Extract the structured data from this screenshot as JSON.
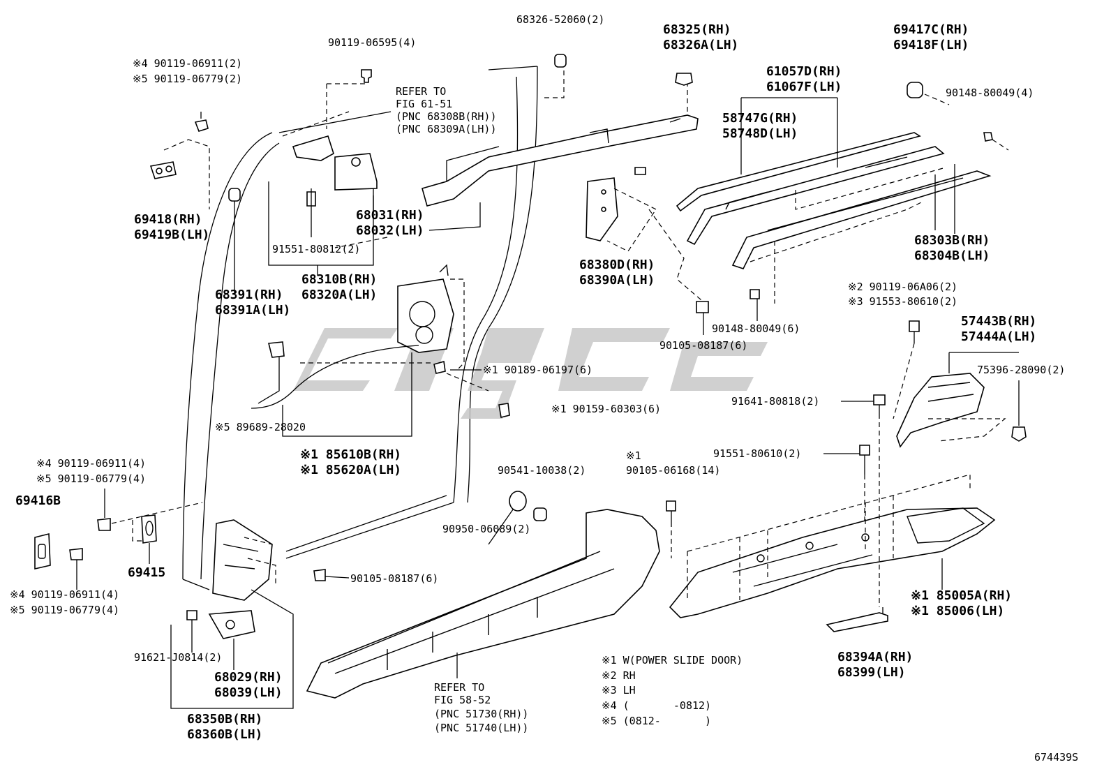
{
  "labels": {
    "l_68326_52060": "68326-52060(2)",
    "l_68325": "68325(RH)",
    "l_68326A": "68326A(LH)",
    "l_69417C": "69417C(RH)",
    "l_69418F": "69418F(LH)",
    "l_90119_06595": "90119-06595(4)",
    "l_4_90119_06911_top": "※4 90119-06911(2)",
    "l_5_90119_06779_top": "※5 90119-06779(2)",
    "l_refer_to_1": "REFER TO",
    "l_fig_61_51": "FIG 61-51",
    "l_pnc_68308b": "(PNC 68308B(RH))",
    "l_pnc_68309a": "(PNC 68309A(LH))",
    "l_61057d": "61057D(RH)",
    "l_61067f": "61067F(LH)",
    "l_90148_80049_4": "90148-80049(4)",
    "l_58747g": "58747G(RH)",
    "l_58748d": "58748D(LH)",
    "l_69418": "69418(RH)",
    "l_69419b": "69419B(LH)",
    "l_68031": "68031(RH)",
    "l_68032": "68032(LH)",
    "l_91551_80812": "91551-80812(2)",
    "l_68380d": "68380D(RH)",
    "l_68390a": "68390A(LH)",
    "l_68303b": "68303B(RH)",
    "l_68304b": "68304B(LH)",
    "l_68310b": "68310B(RH)",
    "l_68320a": "68320A(LH)",
    "l_68391": "68391(RH)",
    "l_68391a": "68391A(LH)",
    "l_2_90119_06a06": "※2 90119-06A06(2)",
    "l_3_91553_80610": "※3 91553-80610(2)",
    "l_90148_80049_6": "90148-80049(6)",
    "l_90105_08187_top": "90105-08187(6)",
    "l_57443b": "57443B(RH)",
    "l_57444a": "57444A(LH)",
    "l_1_90189_06197": "※1 90189-06197(6)",
    "l_75396_28090": "75396-28090(2)",
    "l_1_90159_60303": "※1 90159-60303(6)",
    "l_91641_80818": "91641-80818(2)",
    "l_5_89689_28020": "※5 89689-28020",
    "l_1_85610b": "※1 85610B(RH)",
    "l_1_85620a": "※1 85620A(LH)",
    "l_91551_80610": "91551-80610(2)",
    "l_4_90119_06911_mid": "※4 90119-06911(4)",
    "l_5_90119_06779_mid": "※5 90119-06779(4)",
    "l_90541_10038": "90541-10038(2)",
    "l_1_alone": "※1",
    "l_90105_06168": "90105-06168(14)",
    "l_69416b": "69416B",
    "l_90950_06089": "90950-06089(2)",
    "l_69415": "69415",
    "l_90105_08187_bot": "90105-08187(6)",
    "l_4_90119_06911_bot": "※4 90119-06911(4)",
    "l_5_90119_06779_bot": "※5 90119-06779(4)",
    "l_1_85005a": "※1 85005A(RH)",
    "l_1_85006": "※1 85006(LH)",
    "l_91621_j0814": "91621-J0814(2)",
    "l_68029": "68029(RH)",
    "l_68039": "68039(LH)",
    "l_68394a": "68394A(RH)",
    "l_68399": "68399(LH)",
    "l_68350b": "68350B(RH)",
    "l_68360b": "68360B(LH)",
    "l_refer_to_2": "REFER TO",
    "l_fig_58_52": "FIG 58-52",
    "l_pnc_51730": "(PNC 51730(RH))",
    "l_pnc_51740": "(PNC 51740(LH))"
  },
  "notes": {
    "n1": "※1 W(POWER SLIDE DOOR)",
    "n2": "※2 RH",
    "n3": "※3 LH",
    "n4": "※4 (       -0812)",
    "n5": "※5 (0812-       )"
  },
  "figure_id": "674439S",
  "watermark": "cfgc"
}
